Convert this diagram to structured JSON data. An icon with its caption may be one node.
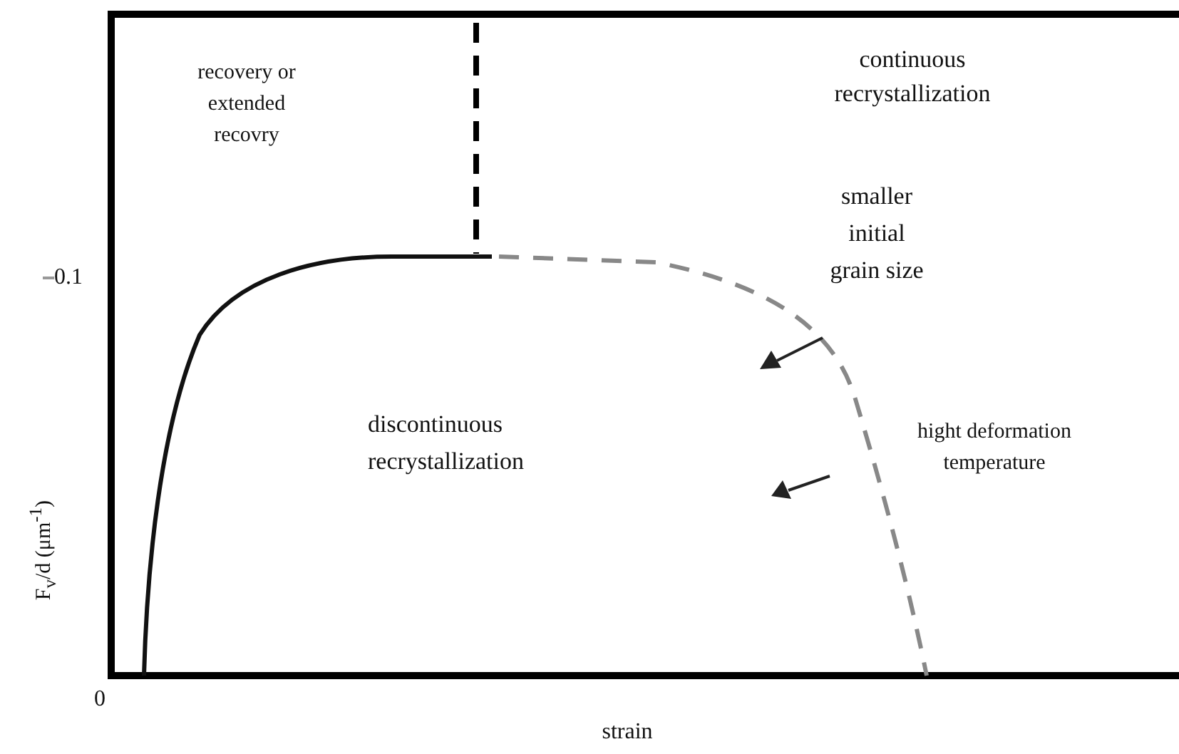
{
  "diagram": {
    "labels": [
      "recovery or extended recovry",
      "continuous recrystallization",
      "smaller initial grain size",
      "0.1",
      "F$_{v}$/d (μm$^{-1}$)",
      "discontinuous recrystallization",
      "hight deformation temperature",
      "0",
      "strain"
    ]
  }
}
